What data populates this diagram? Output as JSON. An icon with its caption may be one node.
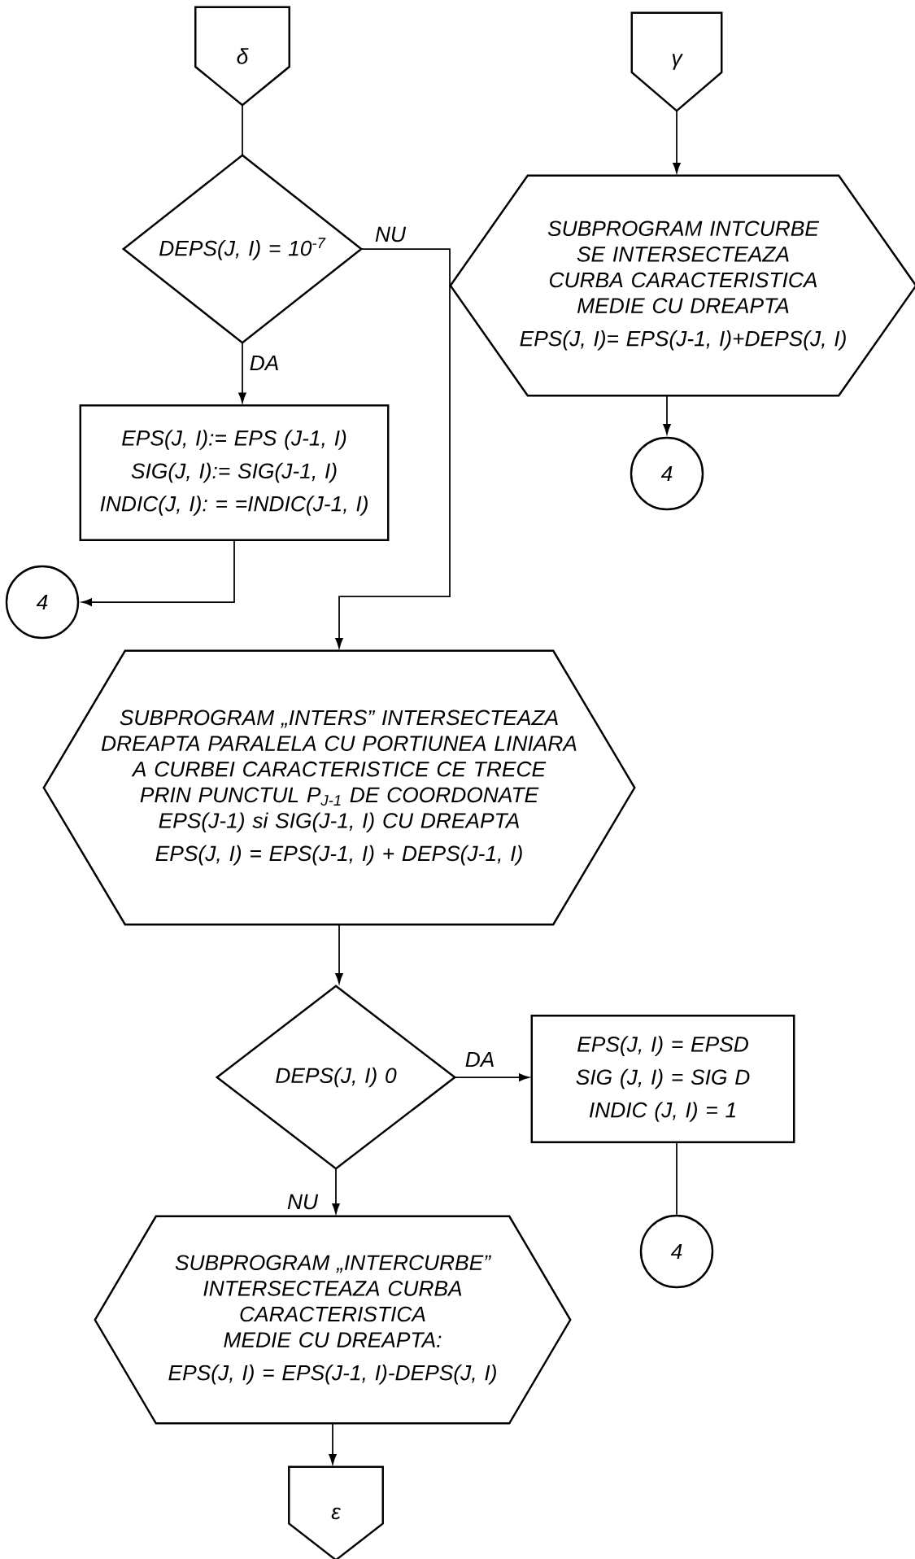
{
  "diagram": {
    "nodes": [
      {
        "text": [
          "δ"
        ]
      },
      {
        "text": [
          "γ"
        ]
      },
      {
        "text": [
          "DEPS(J, I) = 10$^{-7}$"
        ]
      },
      {
        "text": [
          "SUBPROGRAM INTCURBE SE INTERSECTEAZA CURBA CARACTERISTICA MEDIE CU DREAPTA",
          "EPS(J, I)= EPS(J-1, I)+DEPS(J, I)"
        ]
      },
      {
        "text": [
          "4"
        ]
      },
      {
        "text": [
          "EPS(J, I):= EPS (J-1, I)",
          "SIG(J, I):= SIG(J-1, I)",
          "INDIC(J, I): = =INDIC(J-1, I)"
        ]
      },
      {
        "text": [
          "4"
        ]
      },
      {
        "text": [
          "SUBPROGRAM „INTERS” INTERSECTEAZA DREAPTA PARALELA CU PORTIUNEA LINIARA A CURBEI CARACTERISTICE CE TRECE PRIN PUNCTUL P$_{J-1}$ DE COORDONATE EPS(J-1) si SIG(J-1, I) CU DREAPTA",
          "EPS(J, I) = EPS(J-1, I) + DEPS(J-1, I)"
        ]
      },
      {
        "text": [
          "DEPS(J, I)   0"
        ]
      },
      {
        "text": [
          "EPS(J, I) = EPSD",
          "SIG (J, I) = SIG D",
          "INDIC (J, I) = 1"
        ]
      },
      {
        "text": [
          "4"
        ]
      },
      {
        "text": [
          "SUBPROGRAM „INTERCURBE” INTERSECTEAZA CURBA CARACTERISTICA MEDIE CU DREAPTA:",
          "EPS(J, I) = EPS(J-1, I)-DEPS(J, I)"
        ]
      },
      {
        "text": [
          "ε"
        ]
      }
    ],
    "edges": [
      {
        "from": 0,
        "to": 2,
        "arrow": "none"
      },
      {
        "from": 1,
        "to": 3,
        "arrow": "to"
      },
      {
        "from": 2,
        "to": 7,
        "arrow": "to",
        "label": "NU"
      },
      {
        "from": 2,
        "to": 5,
        "arrow": "to",
        "label": "DA"
      },
      {
        "from": 5,
        "to": 6,
        "arrow": "to"
      },
      {
        "from": 3,
        "to": 4,
        "arrow": "to"
      },
      {
        "from": 7,
        "to": 8,
        "arrow": "to"
      },
      {
        "from": 8,
        "to": 9,
        "arrow": "to",
        "label": "DA"
      },
      {
        "from": 9,
        "to": 10,
        "arrow": "none"
      },
      {
        "from": 8,
        "to": 11,
        "arrow": "to",
        "label": "NU"
      },
      {
        "from": 11,
        "to": 12,
        "arrow": "to"
      }
    ]
  }
}
